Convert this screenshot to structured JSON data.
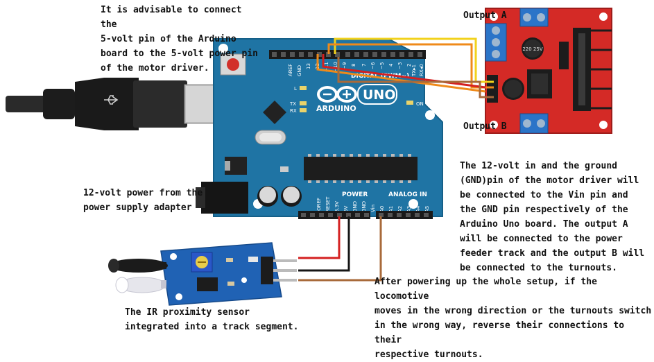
{
  "annotations": {
    "five_volt_note": "It is advisable to connect the\n5-volt pin  of the Arduino\nboard to the 5-volt power pin\nof the motor driver.",
    "power_note": "12-volt power from the\npower supply adapter",
    "ir_note": "The IR proximity sensor\nintegrated into a track segment.",
    "wiring_note": "The 12-volt in and the ground\n(GND)pin of the motor driver will\nbe connected to the Vin pin and\nthe GND pin respectively of the\nArduino Uno board. The output A\nwill be connected to the power\nfeeder track and the output B will\nbe connected to the turnouts.",
    "reverse_note": "After powering up the whole setup, if the locomotive\nmoves in the wrong direction or the turnouts switch\nin the wrong way, reverse their connections to their\nrespective turnouts."
  },
  "motor_driver": {
    "output_a_label": "Output A",
    "output_b_label": "Output B",
    "capacitor_text": "220 25V"
  },
  "arduino": {
    "brand": "ARDUINO",
    "model": "UNO",
    "digital_header_label": "DIGITAL (PWM~)",
    "power_header_label": "POWER",
    "analog_header_label": "ANALOG IN",
    "on_label": "ON",
    "tx_label": "TX",
    "rx_label": "RX",
    "l_label": "L",
    "digital_pins": [
      "AREF",
      "GND",
      "13",
      "12",
      "~11",
      "~10",
      "~9",
      "8",
      "7",
      "~6",
      "~5",
      "4",
      "~3",
      "2",
      "TX▸1",
      "RX◂0"
    ],
    "power_pins": [
      "IOREF",
      "RESET",
      "3.3V",
      "5V",
      "GND",
      "GND",
      "Vin"
    ],
    "analog_pins": [
      "A0",
      "A1",
      "A2",
      "A3",
      "A4",
      "A5"
    ]
  },
  "colors": {
    "board_blue": "#1f74a4",
    "driver_red": "#d42a26",
    "sensor_blue": "#2062b4",
    "wire_yellow": "#f2d21c",
    "wire_orange": "#ef8a1a",
    "wire_red": "#d42020",
    "wire_brown": "#a86a3a",
    "wire_black": "#151515"
  }
}
